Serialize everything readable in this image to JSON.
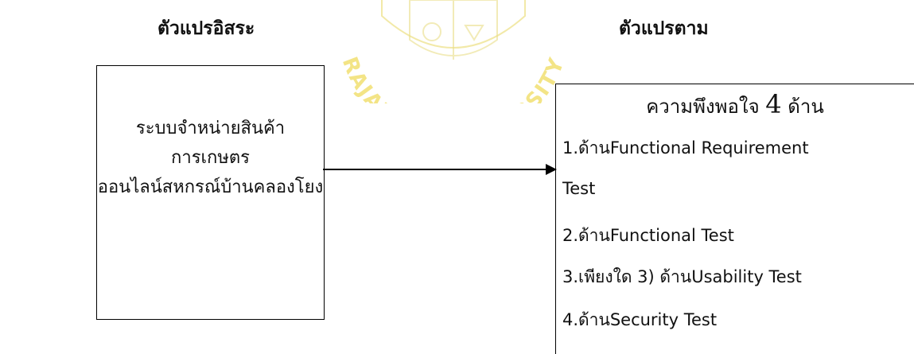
{
  "headings": {
    "independent": "ตัวแปรอิสระ",
    "dependent": "ตัวแปรตาม"
  },
  "independent_box": {
    "lines": [
      "ระบบจำหน่ายสินค้าการเกษตร",
      "ออนไลน์สหกรณ์บ้านคลองโยง"
    ]
  },
  "dependent_box": {
    "title_prefix": "ความพึงพอใจ",
    "title_number": "4",
    "title_suffix": "ด้าน",
    "items": [
      "1.ด้านFunctional Requirement",
      "Test",
      "2.ด้านFunctional Test",
      "3.เพียงใด 3) ด้านUsability Test",
      "4.ด้านSecurity Test"
    ]
  },
  "watermark": {
    "text": "RAJAPRUK UNIVERSITY",
    "color": "#f2e27a"
  }
}
